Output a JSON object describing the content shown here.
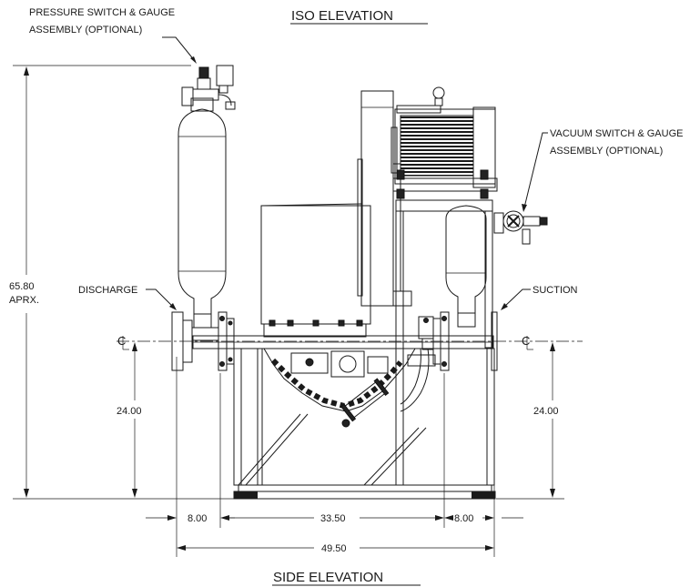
{
  "titles": {
    "top": "ISO ELEVATION",
    "bottom": "SIDE ELEVATION"
  },
  "callouts": {
    "pressure_line1": "PRESSURE SWITCH & GAUGE",
    "pressure_line2": "ASSEMBLY (OPTIONAL)",
    "vacuum_line1": "VACUUM SWITCH & GAUGE",
    "vacuum_line2": "ASSEMBLY (OPTIONAL)",
    "discharge": "DISCHARGE",
    "suction": "SUCTION",
    "centerline_symbol": "C"
  },
  "dimensions": {
    "overall_height": "65.80",
    "overall_height_note": "APRX.",
    "cl_height_left": "24.00",
    "cl_height_right": "24.00",
    "left_offset": "8.00",
    "frame_width": "33.50",
    "right_offset": "8.00",
    "overall_width": "49.50"
  }
}
